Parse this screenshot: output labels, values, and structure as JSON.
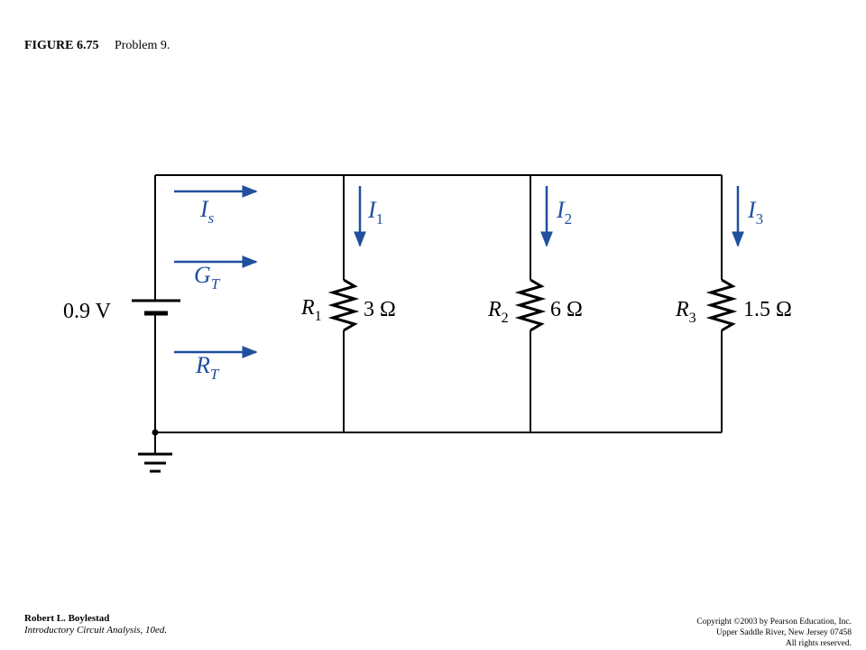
{
  "caption": {
    "figure": "FIGURE 6.75",
    "title": "Problem 9."
  },
  "source": {
    "value": "0.9 V"
  },
  "currents": {
    "is": {
      "sym": "I",
      "sub": "s"
    },
    "gt": {
      "sym": "G",
      "sub": "T"
    },
    "rt": {
      "sym": "R",
      "sub": "T"
    },
    "i1": {
      "sym": "I",
      "sub": "1"
    },
    "i2": {
      "sym": "I",
      "sub": "2"
    },
    "i3": {
      "sym": "I",
      "sub": "3"
    }
  },
  "resistors": [
    {
      "sym": "R",
      "sub": "1",
      "value": "3 Ω"
    },
    {
      "sym": "R",
      "sub": "2",
      "value": "6 Ω"
    },
    {
      "sym": "R",
      "sub": "3",
      "value": "1.5 Ω"
    }
  ],
  "footer": {
    "author": "Robert L. Boylestad",
    "book": "Introductory Circuit Analysis, 10ed.",
    "copyright": "Copyright ©2003 by Pearson Education, Inc.",
    "address": "Upper Saddle River, New Jersey 07458",
    "rights": "All rights reserved."
  },
  "colors": {
    "wire": "#000000",
    "arrow": "#1f4f9e"
  }
}
